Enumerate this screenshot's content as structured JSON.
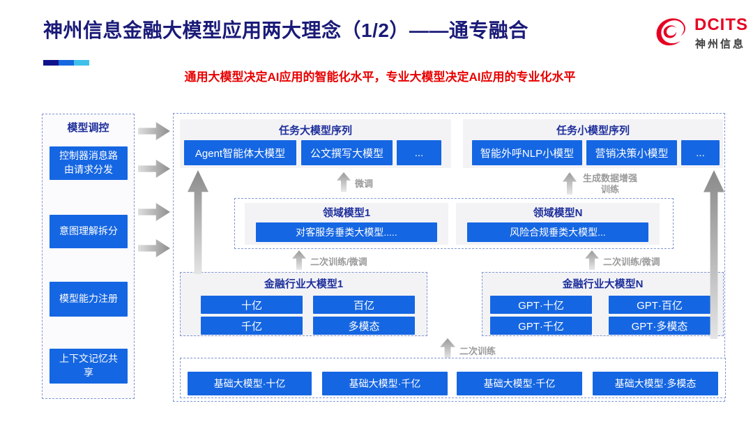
{
  "header": {
    "title": "神州信息金融大模型应用两大理念（1/2）——通专融合",
    "subtitle": "通用大模型决定AI应用的智能化水平，专业大模型决定AI应用的专业化水平",
    "logo": {
      "brand": "DCITS",
      "brand_cn": "神州信息"
    }
  },
  "sidebar": {
    "title": "模型调控",
    "items": [
      "控制器消息路由请求分发",
      "意图理解拆分",
      "模型能力注册",
      "上下文记忆共享"
    ]
  },
  "diagram": {
    "task_large": {
      "title": "任务大模型序列",
      "models": [
        "Agent智能体大模型",
        "公文撰写大模型",
        "..."
      ]
    },
    "task_small": {
      "title": "任务小模型序列",
      "models": [
        "智能外呼NLP小模型",
        "营销决策小模型",
        "..."
      ]
    },
    "domain_band": {
      "d1": {
        "title": "领域模型1",
        "model": "对客服务垂类大模型....."
      },
      "dn": {
        "title": "领域模型N",
        "model": "风险合规垂类大模型..."
      }
    },
    "industry_1": {
      "title": "金融行业大模型1",
      "models": [
        "十亿",
        "百亿",
        "千亿",
        "多模态"
      ]
    },
    "industry_n": {
      "title": "金融行业大模型N",
      "models": [
        "GPT·十亿",
        "GPT·百亿",
        "GPT·千亿",
        "GPT·多模态"
      ]
    },
    "base_band": {
      "models": [
        "基础大模型·十亿",
        "基础大模型·千亿",
        "基础大模型·千亿",
        "基础大模型·多模态"
      ]
    },
    "arrow_labels": {
      "fine_tune": "微调",
      "gen_data_train": "生成数据增强训练",
      "secondary_ft_left": "二次训练/微调",
      "secondary_ft_right": "二次训练/微调",
      "secondary_train": "二次训练"
    }
  },
  "colors": {
    "accent_blue": "#1566e2",
    "title_navy": "#1a1a78",
    "heading_navy": "#1e2f9b",
    "subtitle_red": "#e80000",
    "logo_red": "#e60023",
    "label_gray": "#9a9a9a",
    "panel_gray": "#f3f3f6",
    "dash_blue": "#8096d0",
    "deco_navy": "#10128c",
    "deco_blue": "#1668e0",
    "deco_cyan": "#3fc0ea"
  }
}
